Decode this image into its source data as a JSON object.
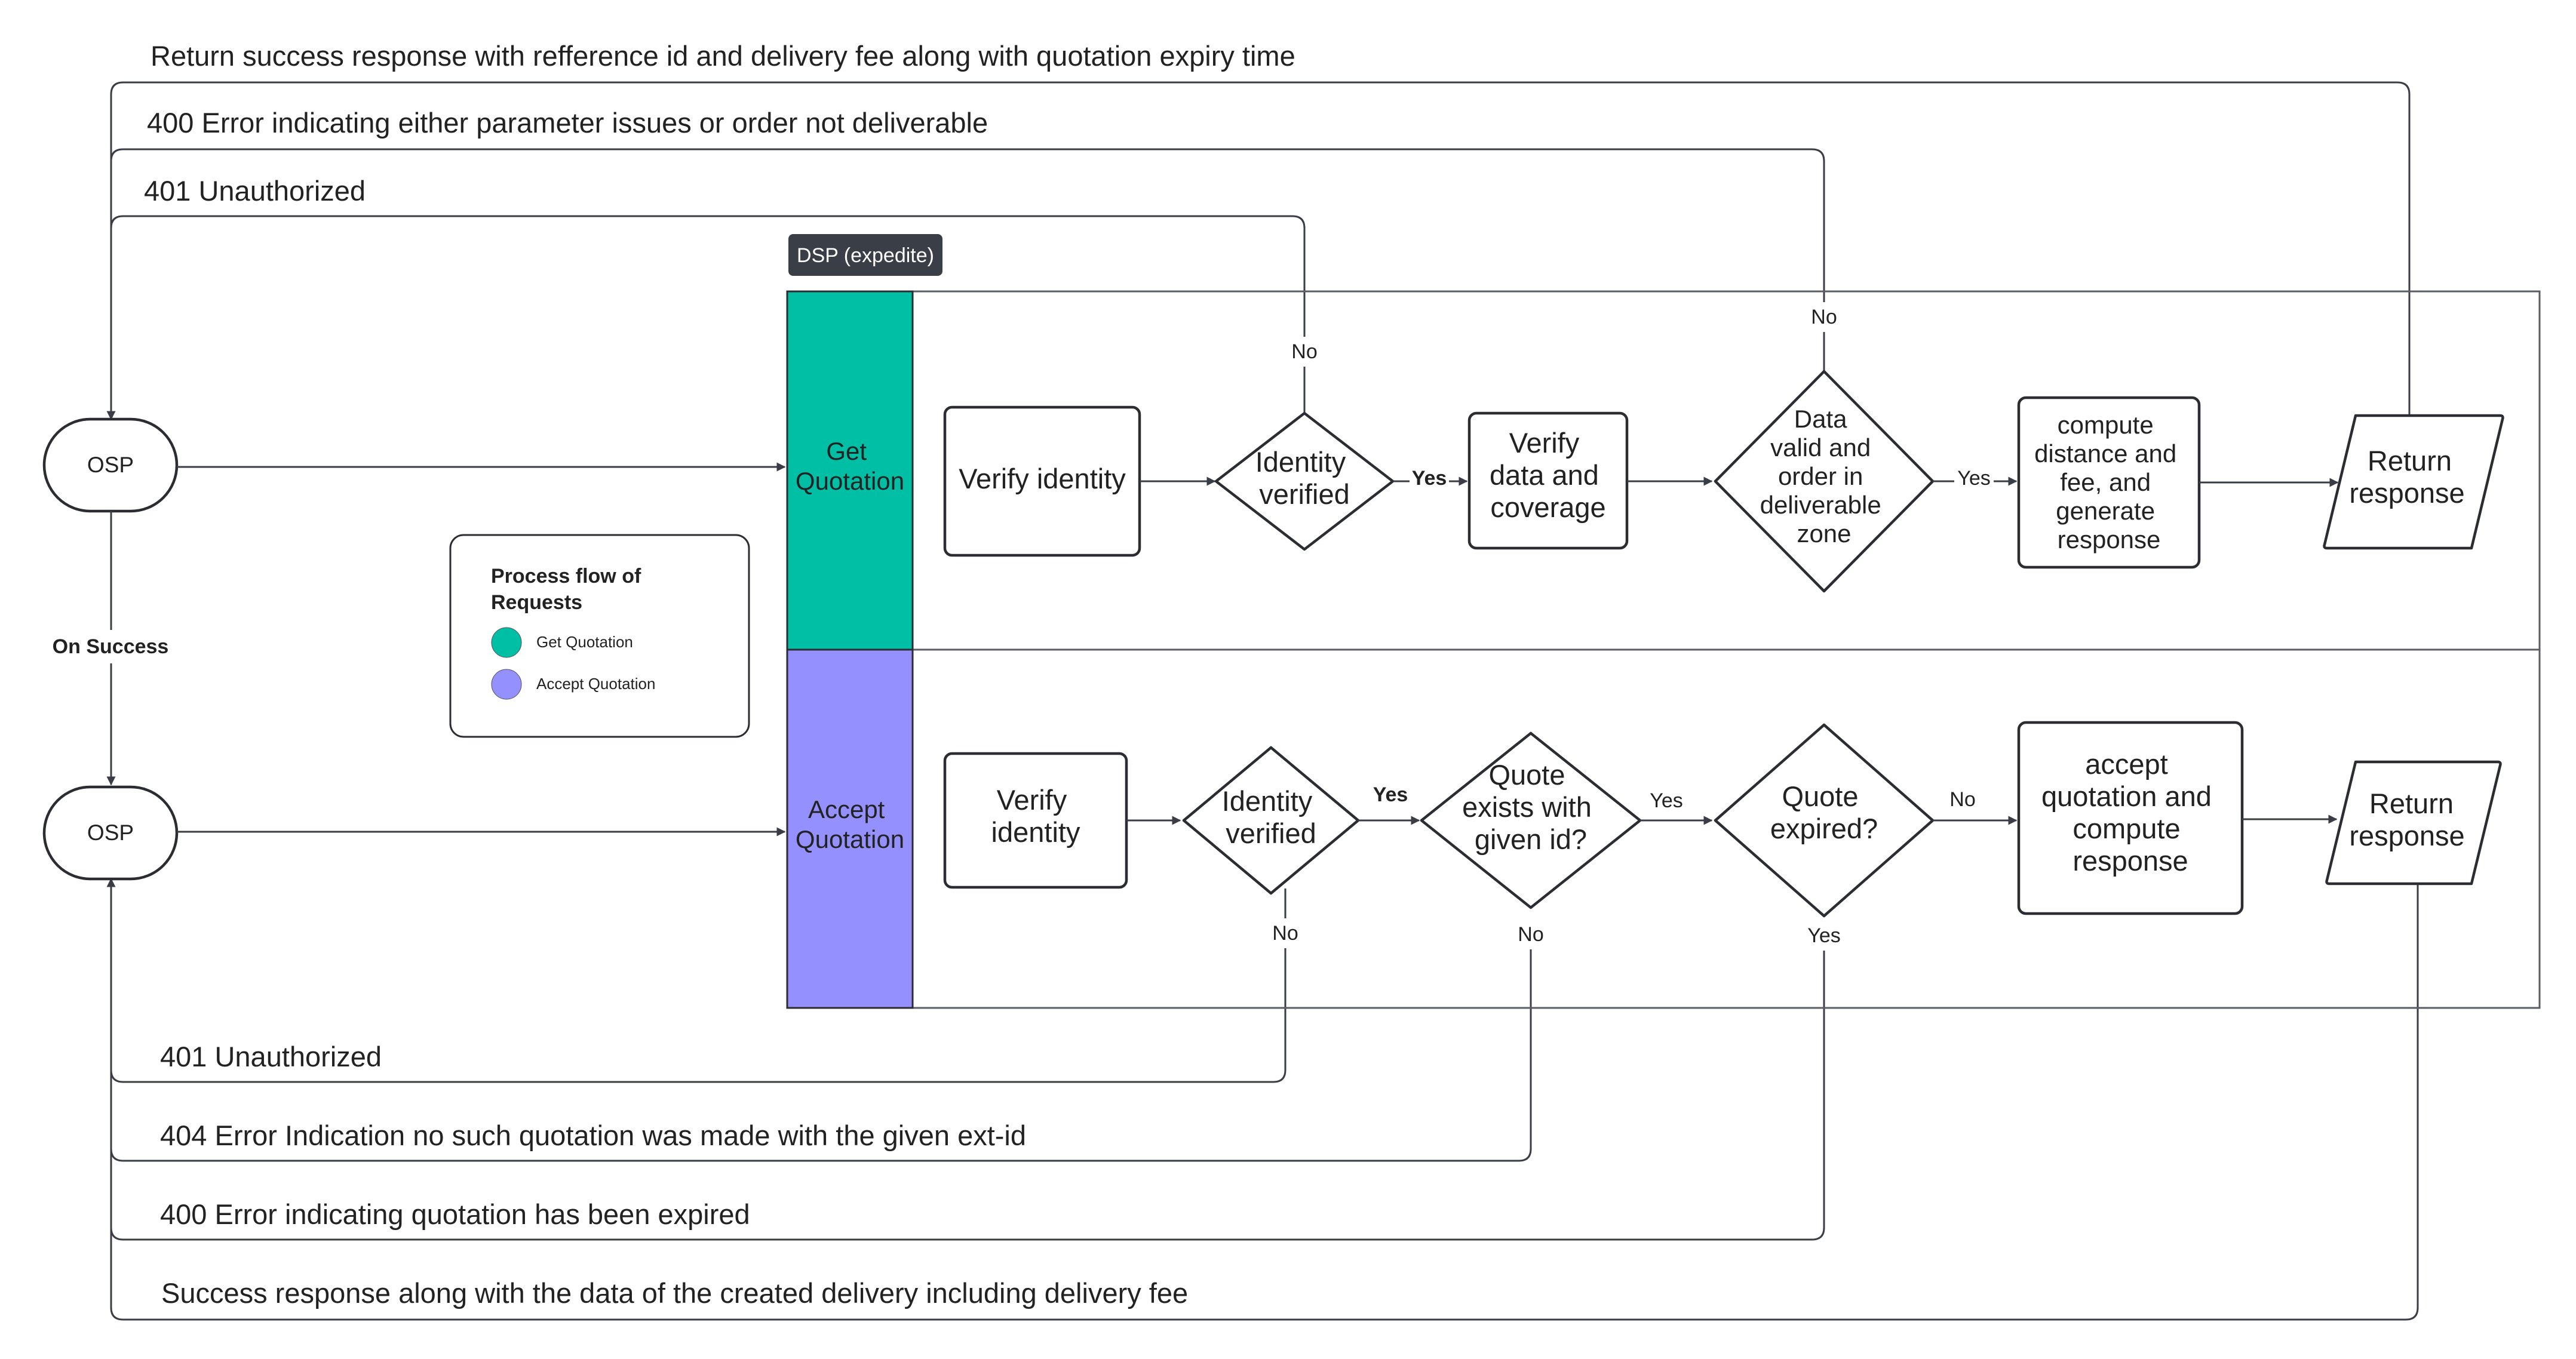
{
  "colors": {
    "get_lane": "#00BFA5",
    "accept_lane": "#9491FF",
    "tag_bg": "#3A3E47",
    "stroke": "#2B2D33"
  },
  "container_tag": "DSP (expedite)",
  "legend": {
    "title_lines": [
      "Process flow  of",
      "Requests"
    ],
    "items": [
      {
        "label": "Get Quotation",
        "color": "#00BFA5"
      },
      {
        "label": "Accept Quotation",
        "color": "#9491FF"
      }
    ]
  },
  "actors": {
    "osp_top": "OSP",
    "osp_bottom": "OSP",
    "on_success": "On Success"
  },
  "lanes": {
    "get": [
      "Get",
      "Quotation"
    ],
    "accept": [
      "Accept",
      "Quotation"
    ]
  },
  "get_flow": {
    "verify_identity": [
      "Verify identity"
    ],
    "identity_verified": [
      "Identity",
      "verified"
    ],
    "verify_data": [
      "Verify",
      "data and",
      "coverage"
    ],
    "data_valid": [
      "Data",
      "valid and",
      "order in",
      "deliverable",
      "zone"
    ],
    "compute": [
      "compute",
      "distance and",
      "fee, and",
      "generate",
      "response"
    ],
    "return_response": [
      "Return",
      "response"
    ],
    "yes_1": "Yes",
    "yes_2": "Yes",
    "no_identity": "No",
    "no_data": "No"
  },
  "accept_flow": {
    "verify_identity": [
      "Verify",
      "identity"
    ],
    "identity_verified": [
      "Identity",
      "verified"
    ],
    "quote_exists": [
      "Quote",
      "exists with",
      "given id?"
    ],
    "quote_expired": [
      "Quote",
      "expired?"
    ],
    "accept_compute": [
      "accept",
      "quotation and",
      "compute",
      "response"
    ],
    "return_response": [
      "Return",
      "response"
    ],
    "yes_identity": "Yes",
    "yes_exists": "Yes",
    "no_expired": "No",
    "no_identity": "No",
    "no_exists": "No",
    "yes_expired": "Yes"
  },
  "responses": {
    "top_success": "Return success response with refference id and delivery fee along with quotation expiry time",
    "top_400": "400 Error indicating either parameter issues or order not deliverable",
    "top_401": "401 Unauthorized",
    "bottom_401": "401 Unauthorized",
    "bottom_404": "404 Error Indication no such quotation was made with the given ext-id",
    "bottom_400": "400 Error indicating quotation has been expired",
    "bottom_success": "Success response along with the data of the created delivery including delivery fee"
  }
}
